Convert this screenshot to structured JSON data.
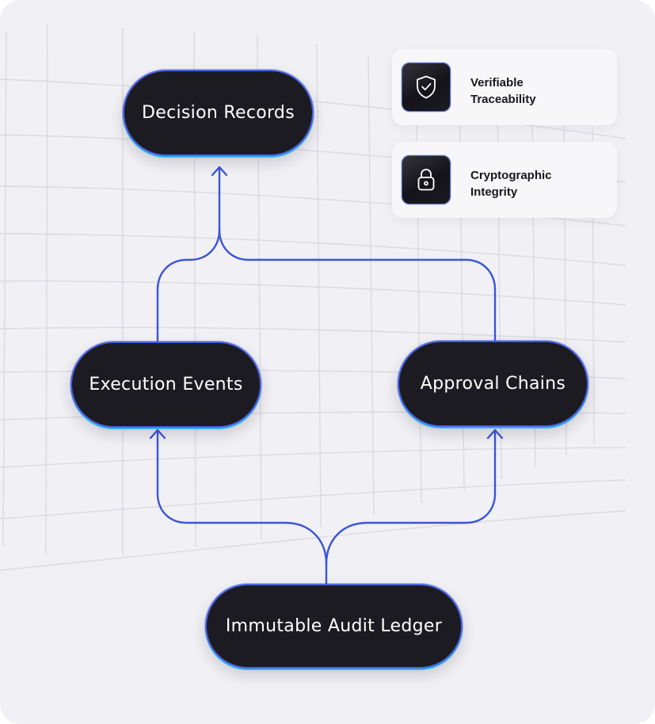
{
  "diagram": {
    "nodes": {
      "decision_records": "Decision Records",
      "execution_events": "Execution Events",
      "approval_chains": "Approval Chains",
      "immutable_audit_ledger": "Immutable Audit Ledger"
    },
    "edges": [
      {
        "from": "immutable_audit_ledger",
        "to": "execution_events"
      },
      {
        "from": "immutable_audit_ledger",
        "to": "approval_chains"
      },
      {
        "from": "execution_events",
        "to": "decision_records"
      },
      {
        "from": "approval_chains",
        "to": "decision_records"
      }
    ],
    "connector_color": "#3b55d9"
  },
  "features": [
    {
      "icon": "shield-check-icon",
      "line1": "Verifiable",
      "line2": "Traceability"
    },
    {
      "icon": "lock-icon",
      "line1": "Cryptographic",
      "line2": "Integrity"
    }
  ],
  "colors": {
    "background": "#f1f0f4",
    "node_fill": "#1c1b22",
    "node_border": "#4a63e0",
    "node_glow": "#36b6f0",
    "feature_card": "#f7f7f9"
  }
}
